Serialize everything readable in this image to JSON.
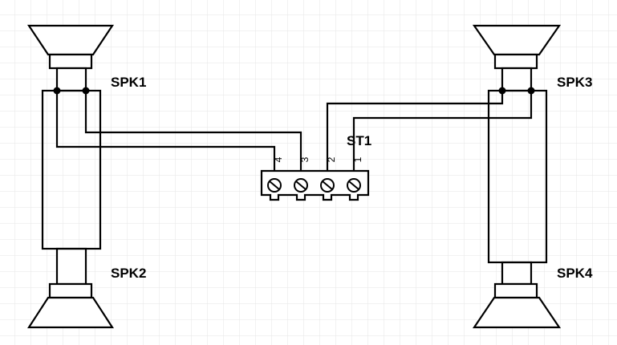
{
  "colors": {
    "background": "#ffffff",
    "grid": "#e6e6e6",
    "ink": "#000000"
  },
  "components": {
    "spk1": {
      "ref": "SPK1"
    },
    "spk2": {
      "ref": "SPK2"
    },
    "spk3": {
      "ref": "SPK3"
    },
    "spk4": {
      "ref": "SPK4"
    },
    "terminal": {
      "ref": "ST1",
      "pins": [
        "4",
        "3",
        "2",
        "1"
      ]
    }
  }
}
